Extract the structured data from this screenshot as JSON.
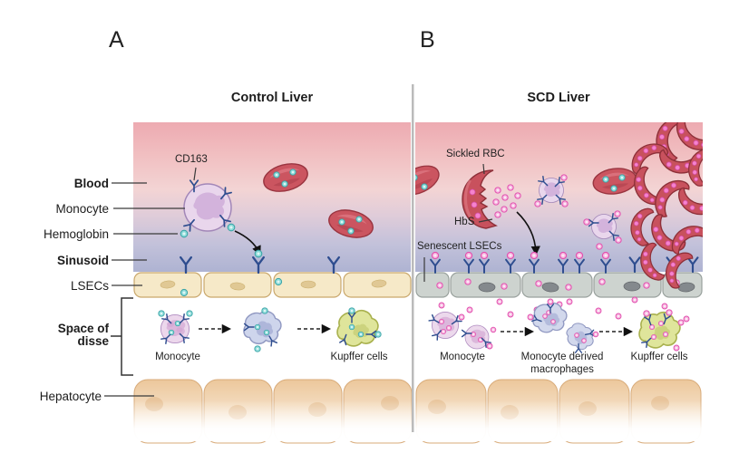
{
  "figure": {
    "panel_a": {
      "letter": "A",
      "title": "Control Liver",
      "labels": {
        "cd163": "CD163",
        "monocyte": "Monocyte",
        "kupffer_cells": "Kupffer cells"
      }
    },
    "panel_b": {
      "letter": "B",
      "title": "SCD Liver",
      "labels": {
        "sickled_rbc": "Sickled RBC",
        "hbs": "HbS",
        "senescent_lsecs": "Senescent LSECs",
        "monocyte": "Monocyte",
        "macrophages_line1": "Monocyte derived",
        "macrophages_line2": "macrophages",
        "kupffer_cells": "Kupffer cells"
      }
    },
    "layer_labels": {
      "blood": "Blood",
      "monocyte": "Monocyte",
      "hemoglobin": "Hemoglobin",
      "sinusoid": "Sinusoid",
      "lsecs": "LSECs",
      "space_of_disse_1": "Space of",
      "space_of_disse_2": "disse",
      "hepatocyte": "Hepatocyte"
    },
    "colors": {
      "blood_top": "#edaab1",
      "blood_mid": "#f3d4d4",
      "sinusoid_bottom": "#aeb3d2",
      "lsec_fill": "#f6e9c8",
      "lsec_stroke": "#c9a76b",
      "senescent_lsec_fill": "#cdd3cf",
      "senescent_lsec_stroke": "#99a19d",
      "hepatocyte_fill": "#ecc79b",
      "rbc_fill": "#cb5560",
      "rbc_stroke": "#9a3540",
      "hemoglobin_teal": "#3aa3a6",
      "hbs_pink": "#e14fae",
      "monocyte_fill": "#e9d6ec",
      "monocyte_stroke": "#a287b8",
      "macrophage_fill": "#ced5ec",
      "kupffer_fill": "#dfe59b",
      "receptor_blue": "#2e4d8f",
      "divider_gray": "#bbbbbb"
    }
  }
}
